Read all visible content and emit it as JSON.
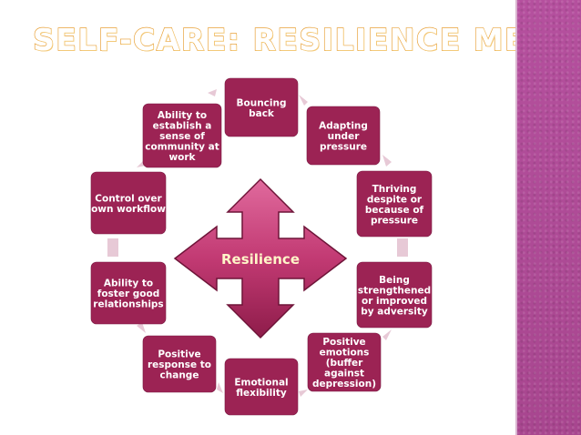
{
  "title": "SELF-CARE: RESILIENCE MEANS",
  "center": {
    "label": "Resilience"
  },
  "nodes": [
    {
      "id": "bouncing-back",
      "lines": [
        "Bouncing",
        "back"
      ]
    },
    {
      "id": "adapting-under-pressure",
      "lines": [
        "Adapting",
        "under",
        "pressure"
      ]
    },
    {
      "id": "thriving",
      "lines": [
        "Thriving",
        "despite or",
        "because of",
        "pressure"
      ]
    },
    {
      "id": "strengthened",
      "lines": [
        "Being",
        "strengthened",
        "or improved",
        "by adversity"
      ]
    },
    {
      "id": "positive-emotions",
      "lines": [
        "Positive",
        "emotions",
        "(buffer",
        "against",
        "depression)"
      ]
    },
    {
      "id": "emotional-flexibility",
      "lines": [
        "Emotional",
        "flexibility"
      ]
    },
    {
      "id": "positive-response",
      "lines": [
        "Positive",
        "response to",
        "change"
      ]
    },
    {
      "id": "relationships",
      "lines": [
        "Ability to",
        "foster good",
        "relationships"
      ]
    },
    {
      "id": "control-workflow",
      "lines": [
        "Control over",
        "own workflow"
      ]
    },
    {
      "id": "community",
      "lines": [
        "Ability to",
        "establish a",
        "sense of",
        "community at",
        "work"
      ]
    }
  ],
  "colors": {
    "node": "#9c2354",
    "arrow_light": "#d8568f",
    "arrow_dark": "#8e1c4a",
    "connector": "#e7c9d6",
    "title_outline": "#e8a23a",
    "center_text": "#fff6c8",
    "side_band": "#b24a9a"
  }
}
